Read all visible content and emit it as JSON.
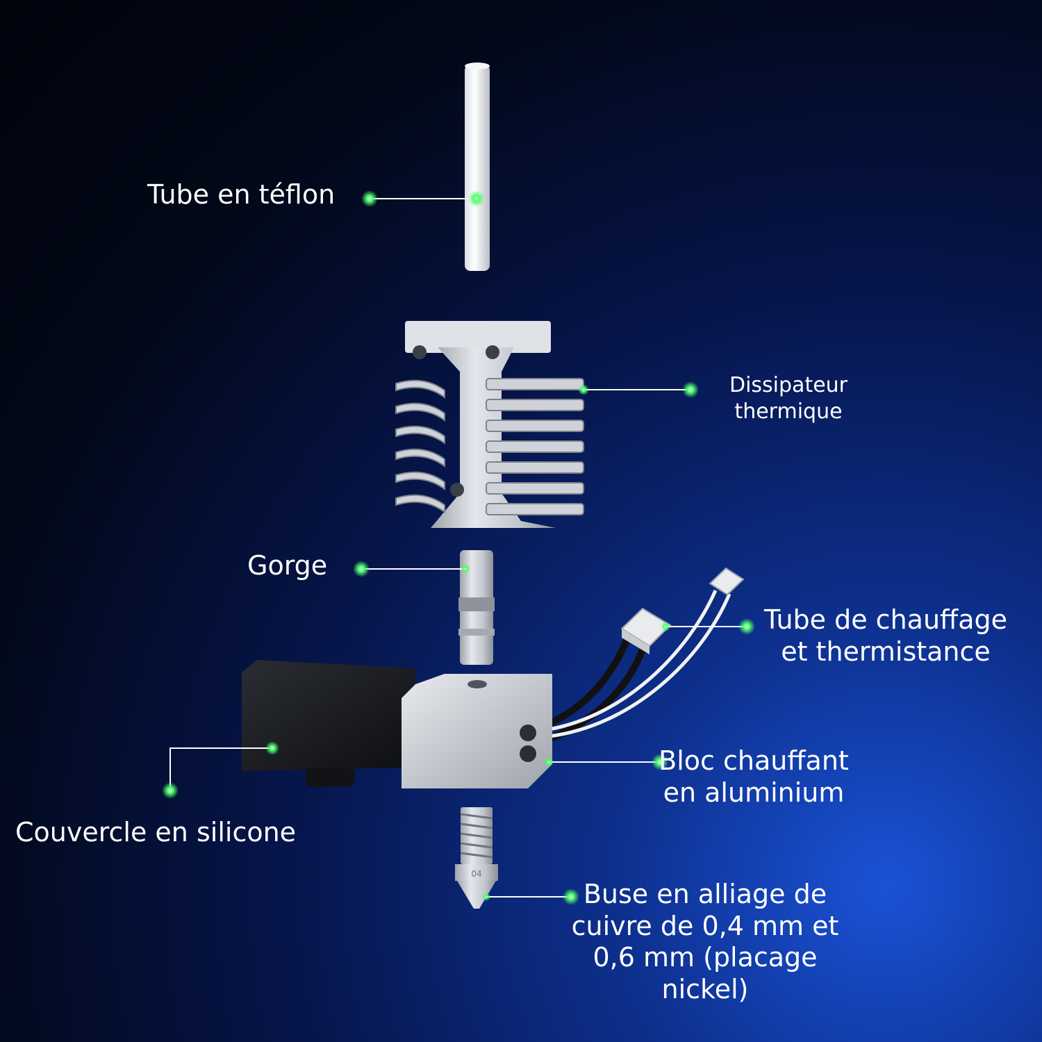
{
  "labels": {
    "teflon_tube": "Tube en téflon",
    "heat_sink": "Dissipateur\nthermique",
    "throat": "Gorge",
    "heater_thermistor": "Tube de chauffage\net thermistance",
    "heater_block": "Bloc chauffant\nen aluminium",
    "silicone_cover": "Couvercle en silicone",
    "nozzle": "Buse en alliage de\ncuivre de 0,4 mm et\n0,6 mm (placage\nnickel)"
  },
  "nozzle_marking": "04",
  "colors": {
    "callout_line": "#ffffff",
    "callout_dot": "#4cff6a",
    "metal": "#c9cdd4",
    "silicone": "#1a1c20"
  }
}
